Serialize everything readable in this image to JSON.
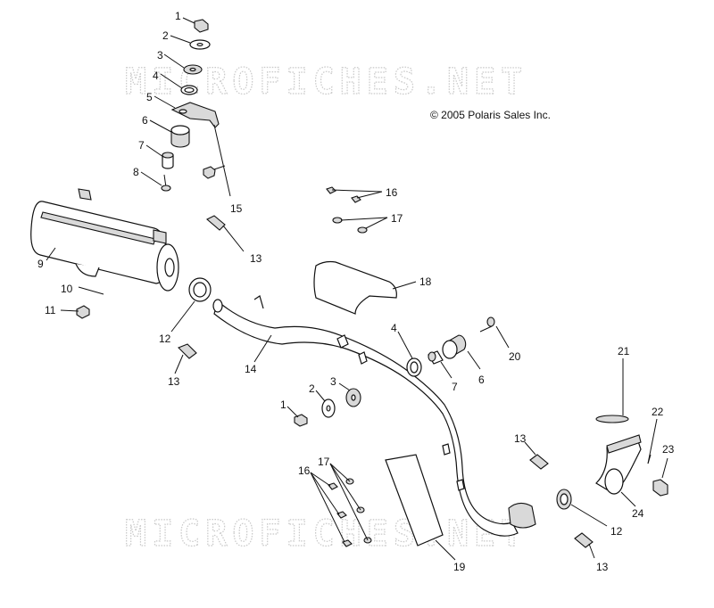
{
  "copyright": "© 2005 Polaris Sales Inc.",
  "watermark": "MICROFICHES.NET",
  "callouts": [
    "1",
    "2",
    "3",
    "4",
    "5",
    "6",
    "7",
    "8",
    "9",
    "10",
    "11",
    "12",
    "13",
    "14",
    "15",
    "16",
    "17",
    "18",
    "19",
    "20",
    "21",
    "22",
    "23",
    "24"
  ],
  "labels_extra": [
    "16",
    "17",
    "13",
    "12",
    "13",
    "4",
    "6",
    "7",
    "1",
    "2",
    "3",
    "13",
    "16",
    "17",
    "12",
    "13"
  ]
}
